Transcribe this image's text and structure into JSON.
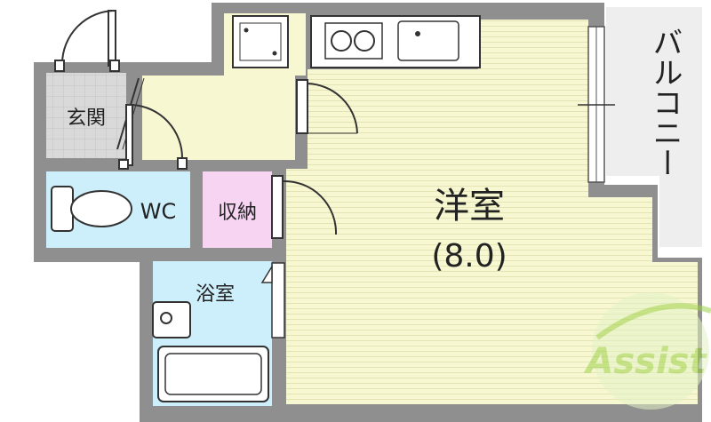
{
  "rooms": {
    "entrance": "玄関",
    "wc": "WC",
    "storage": "収納",
    "bath": "浴室",
    "western_room": "洋室",
    "western_room_size": "(8.0)",
    "balcony": "バルコニー"
  },
  "watermark": {
    "brand": "Assist"
  },
  "colors": {
    "wall": "#888888",
    "western_room_fill": "#f7f7d2",
    "kitchen_fill": "#f7f7d2",
    "entrance_fill": "#d9d9d9",
    "wc_fill": "#cdeefb",
    "bath_fill": "#cdeefb",
    "storage_fill": "#f6d4f2",
    "balcony_fill": "#eeeeee",
    "watermark_green": "#9fd24a"
  }
}
